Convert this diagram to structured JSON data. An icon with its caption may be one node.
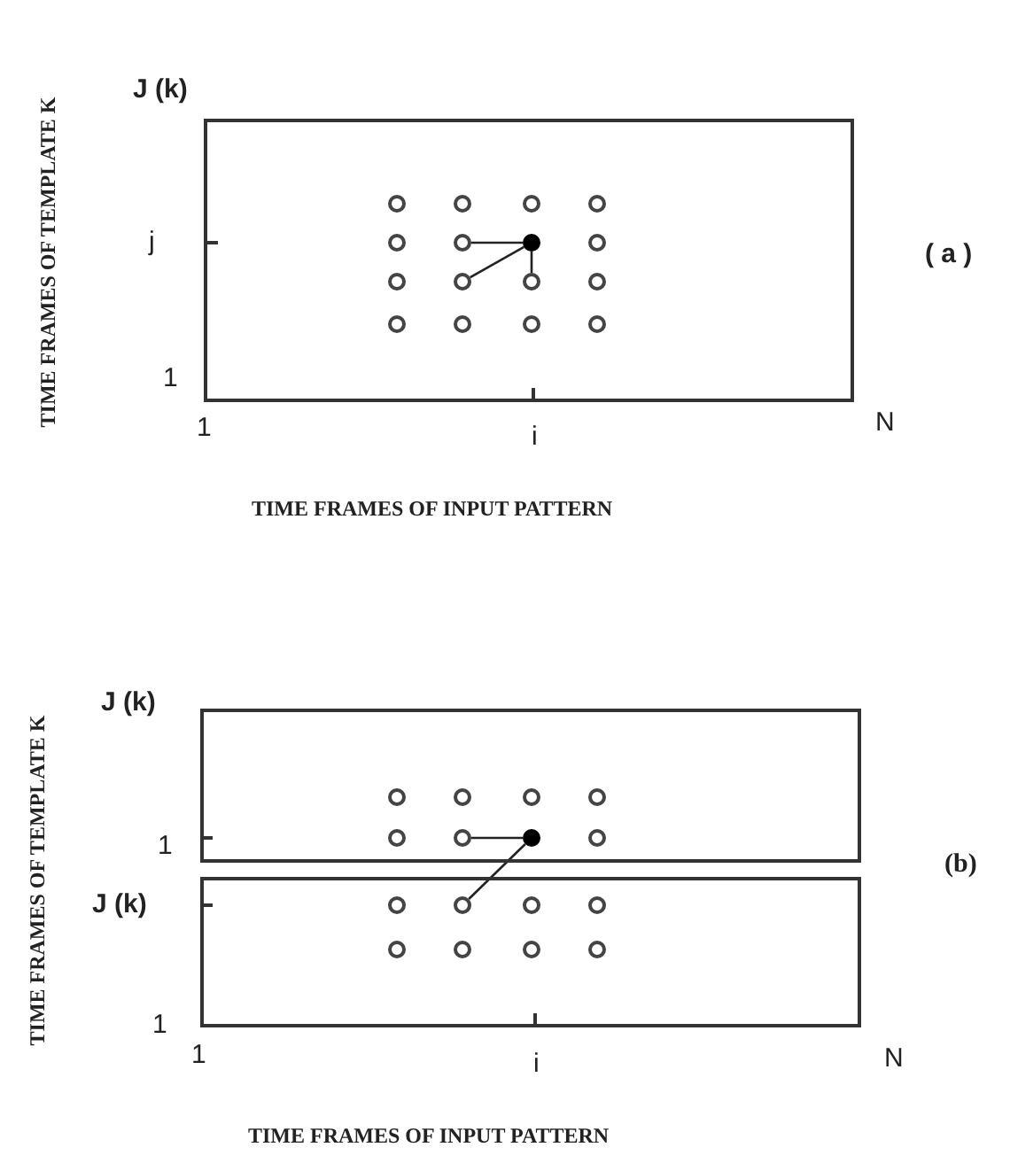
{
  "diagram": {
    "nodes": [
      {
        "text": [],
        "shape": "box"
      },
      {
        "text": [],
        "shape": "circle",
        "in": 0
      },
      {
        "text": [],
        "shape": "circle",
        "in": 0
      },
      {
        "text": [],
        "shape": "circle",
        "in": 0
      },
      {
        "text": [],
        "shape": "circle",
        "in": 0
      },
      {
        "text": [],
        "shape": "circle",
        "in": 0
      },
      {
        "text": [],
        "shape": "circle",
        "in": 0
      },
      {
        "text": [],
        "shape": "dot",
        "in": 0
      },
      {
        "text": [],
        "shape": "circle",
        "in": 0
      },
      {
        "text": [],
        "shape": "circle",
        "in": 0
      },
      {
        "text": [],
        "shape": "circle",
        "in": 0
      },
      {
        "text": [],
        "shape": "circle",
        "in": 0
      },
      {
        "text": [],
        "shape": "circle",
        "in": 0
      },
      {
        "text": [],
        "shape": "circle",
        "in": 0
      },
      {
        "text": [],
        "shape": "circle",
        "in": 0
      },
      {
        "text": [],
        "shape": "circle",
        "in": 0
      },
      {
        "text": [],
        "shape": "circle",
        "in": 0
      },
      {
        "text": [],
        "shape": "box"
      },
      {
        "text": [],
        "shape": "circle",
        "in": 17
      },
      {
        "text": [],
        "shape": "circle",
        "in": 17
      },
      {
        "text": [],
        "shape": "circle",
        "in": 17
      },
      {
        "text": [],
        "shape": "circle",
        "in": 17
      },
      {
        "text": [],
        "shape": "circle",
        "in": 17
      },
      {
        "text": [],
        "shape": "circle",
        "in": 17
      },
      {
        "text": [],
        "shape": "dot",
        "in": 17
      },
      {
        "text": [],
        "shape": "circle",
        "in": 17
      },
      {
        "text": [],
        "shape": "box"
      },
      {
        "text": [],
        "shape": "circle",
        "in": 26
      },
      {
        "text": [],
        "shape": "circle",
        "in": 26
      },
      {
        "text": [],
        "shape": "circle",
        "in": 26
      },
      {
        "text": [],
        "shape": "circle",
        "in": 26
      },
      {
        "text": [],
        "shape": "circle",
        "in": 26
      },
      {
        "text": [],
        "shape": "circle",
        "in": 26
      },
      {
        "text": [],
        "shape": "circle",
        "in": 26
      },
      {
        "text": [],
        "shape": "circle",
        "in": 26
      }
    ],
    "edges": [
      {
        "from": 6,
        "to": 7,
        "arrow": "none"
      },
      {
        "from": 10,
        "to": 7,
        "arrow": "none"
      },
      {
        "from": 11,
        "to": 7,
        "arrow": "none"
      },
      {
        "from": 23,
        "to": 24,
        "arrow": "none"
      },
      {
        "from": 28,
        "to": 24,
        "arrow": "none"
      }
    ],
    "labels": [
      "TIME FRAMES OF TEMPLATE K",
      "J (k)",
      "j",
      "( a )",
      "1",
      "1",
      "i",
      "N",
      "TIME FRAMES OF INPUT PATTERN",
      "TIME FRAMES OF TEMPLATE K",
      "J (k)",
      "1",
      "(b)",
      "J (k)",
      "1",
      "1",
      "i",
      "N",
      "TIME FRAMES OF INPUT PATTERN"
    ]
  }
}
